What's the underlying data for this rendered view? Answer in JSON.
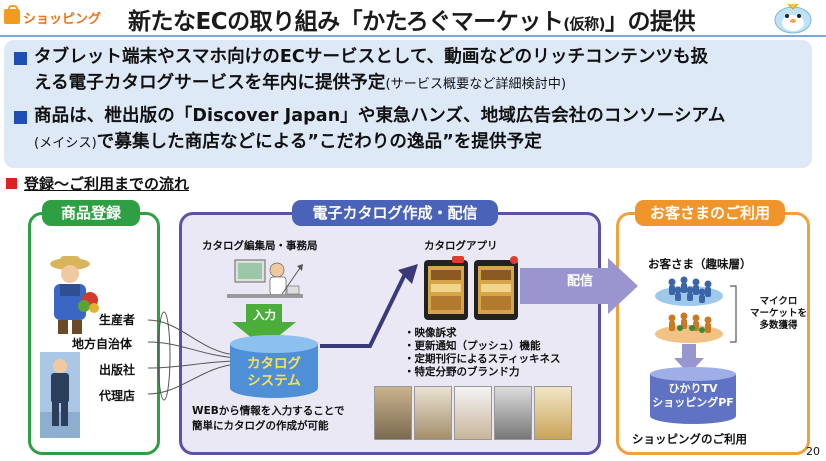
{
  "header": {
    "logo_text": "ショッピング",
    "title_main": "新たなECの取り組み「かたろぐマーケット",
    "title_paren": "(仮称)",
    "title_end": "」の提供"
  },
  "intro": {
    "bullet1_line1": "タブレット端末やスマホ向けのECサービスとして、動画などのリッチコンテンツも扱",
    "bullet1_line2": "える電子カタログサービスを年内に提供予定",
    "bullet1_note": "(サービス概要など詳細検討中)",
    "bullet2_line1": "商品は、枻出版の「Discover Japan」や東急ハンズ、地域広告会社のコンソーシアム",
    "bullet2_line2_small": "(メイシス)",
    "bullet2_line2": "で募集した商店などによる”こだわりの逸品”を提供予定"
  },
  "flow": {
    "section_title": "登録～ご利用までの流れ",
    "product_reg": {
      "title": "商品登録",
      "items": [
        "生産者",
        "地方自治体",
        "出版社",
        "代理店"
      ]
    },
    "catalog": {
      "title": "電子カタログ作成・配信",
      "editor_label": "カタログ編集局・事務局",
      "input_label": "入力",
      "system_line1": "カタログ",
      "system_line2": "システム",
      "web_note_line1": "WEBから情報を入力することで",
      "web_note_line2": "簡単にカタログの作成が可能",
      "app_label": "カタログアプリ",
      "features": [
        "・映像訴求",
        "・更新通知（プッシュ）機能",
        "・定期刊行によるスティッキネス",
        "・特定分野のブランド力"
      ],
      "deliver_label": "配信"
    },
    "customer": {
      "title": "お客さまのご利用",
      "customer_label": "お客さま（趣味層）",
      "micro_line1": "マイクロ",
      "micro_line2": "マーケットを",
      "micro_line3": "多数獲得",
      "tv_line1": "ひかりTV",
      "tv_line2": "ショッピングPF",
      "usage_label": "ショッピングのご利用"
    }
  },
  "page_number": "20",
  "colors": {
    "accent_blue": "#1f4fb5",
    "green": "#2ea043",
    "purple": "#5b51a6",
    "orange": "#f0952a",
    "light_blue_bg": "#dde9f7"
  }
}
